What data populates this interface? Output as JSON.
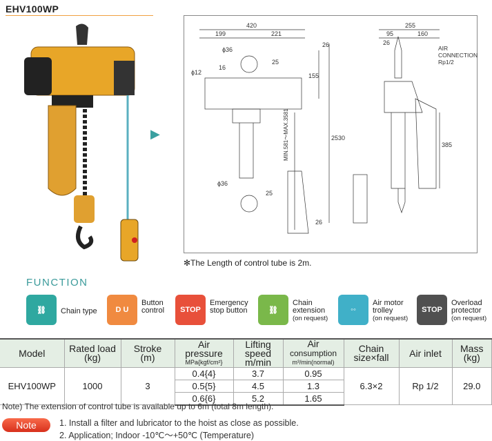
{
  "title": "EHV100WP",
  "arrow_icon": "play-triangle-icon",
  "drawing": {
    "dims": {
      "w420": "420",
      "w199": "199",
      "w221": "221",
      "d36a": "ϕ36",
      "d12": "ϕ12",
      "d16": "16",
      "d25a": "25",
      "h26a": "26",
      "h155": "155",
      "h2530": "2530",
      "hrange": "MIN.581～MAX.3581",
      "d36b": "ϕ36",
      "d25b": "25",
      "h26b": "26",
      "w255": "255",
      "w95": "95",
      "w160": "160",
      "w26": "26",
      "h385": "385",
      "air1": "AIR",
      "air2": "CONNECTION",
      "air3": "Rp1/2"
    }
  },
  "footnote": "✻The Length of control tube is 2m.",
  "function_heading": "FUNCTION",
  "functions": [
    {
      "icon": "chain-icon",
      "label1": "Chain type",
      "label2": "",
      "sub": "",
      "color": "#2fa8a0"
    },
    {
      "icon": "up-down-button-icon",
      "label1": "Button",
      "label2": "control",
      "sub": "",
      "color": "#f08a40",
      "glyph": "D U"
    },
    {
      "icon": "stop-button-icon",
      "label1": "Emergency",
      "label2": "stop button",
      "sub": "",
      "color": "#e8503a",
      "glyph": "STOP"
    },
    {
      "icon": "chain-extension-icon",
      "label1": "Chain",
      "label2": "extension",
      "sub": "(on request)",
      "color": "#7ab84a"
    },
    {
      "icon": "trolley-icon",
      "label1": "Air motor",
      "label2": "trolley",
      "sub": "(on request)",
      "color": "#40b0c8"
    },
    {
      "icon": "overload-protector-icon",
      "label1": "Overload",
      "label2": "protector",
      "sub": "(on request)",
      "color": "#505050",
      "glyph": "STOP"
    }
  ],
  "table": {
    "headers": [
      "Model",
      "Rated load",
      "(kg)",
      "Stroke",
      "(m)",
      "Air",
      "pressure",
      "MPa{kgf/cm²}",
      "Lifting",
      "speed",
      "m/min",
      "Air",
      "consumption",
      "m³/min(normal)",
      "Chain",
      "size×fall",
      "Air inlet",
      "Mass",
      "(kg)"
    ],
    "model": "EHV100WP",
    "load": "1000",
    "stroke": "3",
    "rows": [
      [
        "0.4{4}",
        "3.7",
        "0.95"
      ],
      [
        "0.5{5}",
        "4.5",
        "1.3"
      ],
      [
        "0.6{6}",
        "5.2",
        "1.65"
      ]
    ],
    "chain": "6.3×2",
    "inlet": "Rp 1/2",
    "mass": "29.0"
  },
  "table_note": "Note) The extension of control tube is available up to 6m (total 8m length).",
  "note_badge": "Note",
  "notes": [
    "1. Install a filter and lubricator to the hoist as close as possible.",
    "2. Application; Indoor -10℃～+50℃ (Temperature)"
  ]
}
